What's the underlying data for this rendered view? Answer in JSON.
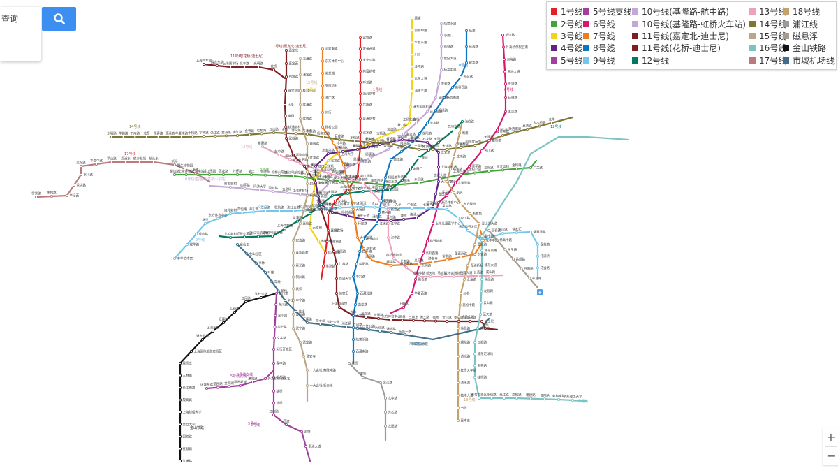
{
  "search": {
    "placeholder": "查询"
  },
  "legend": {
    "columns": [
      [
        {
          "label": "1号线",
          "color": "#e41f25"
        },
        {
          "label": "2号线",
          "color": "#44a23a"
        },
        {
          "label": "3号线",
          "color": "#f3d31a"
        },
        {
          "label": "4号线",
          "color": "#5f2584"
        },
        {
          "label": "5号线",
          "color": "#a1409a"
        }
      ],
      [
        {
          "label": "5号线支线",
          "color": "#a1409a"
        },
        {
          "label": "6号线",
          "color": "#d7176e"
        },
        {
          "label": "7号线",
          "color": "#ef7d1a"
        },
        {
          "label": "8号线",
          "color": "#0c76c1"
        },
        {
          "label": "9号线",
          "color": "#71c7ee"
        }
      ],
      [
        {
          "label": "10号线(基隆路-航中路)",
          "color": "#c3a7d9"
        },
        {
          "label": "10号线(基隆路-虹桥火车站)",
          "color": "#c3a7d9"
        },
        {
          "label": "11号线(嘉定北-迪士尼)",
          "color": "#7e1f24"
        },
        {
          "label": "11号线(花桥-迪士尼)",
          "color": "#7e1f24"
        },
        {
          "label": "12号线",
          "color": "#007a5e"
        }
      ],
      [
        {
          "label": "13号线",
          "color": "#eca1bf"
        },
        {
          "label": "14号线",
          "color": "#7f7634"
        },
        {
          "label": "15号线",
          "color": "#b9a887"
        },
        {
          "label": "16号线",
          "color": "#7cc4c4"
        },
        {
          "label": "17号线",
          "color": "#bb7b7d"
        }
      ],
      [
        {
          "label": "18号线",
          "color": "#c5a26c"
        },
        {
          "label": "浦江线",
          "color": "#9b9b9b"
        },
        {
          "label": "磁悬浮",
          "color": "#a89a8c"
        },
        {
          "label": "金山铁路",
          "color": "#111111"
        },
        {
          "label": "市域机场线",
          "color": "#416e8a"
        }
      ]
    ]
  },
  "zoom": {
    "in": "+",
    "out": "−"
  },
  "map": {
    "line_labels": [
      {
        "text": "11号线(嘉定北-迪士尼)",
        "color": "#7e1f24"
      },
      {
        "text": "11号线(花桥-迪士尼)",
        "color": "#7e1f24"
      },
      {
        "text": "14号线",
        "color": "#7f7634"
      },
      {
        "text": "17号线",
        "color": "#e41f25"
      },
      {
        "text": "2号线",
        "color": "#44a23a"
      },
      {
        "text": "10号线(基隆路-虹桥火车站)",
        "color": "#c3a7d9"
      },
      {
        "text": "13号线",
        "color": "#eca1bf"
      },
      {
        "text": "9号线",
        "color": "#71c7ee"
      },
      {
        "text": "3号线",
        "color": "#f3d31a"
      },
      {
        "text": "1号线",
        "color": "#e41f25"
      },
      {
        "text": "8号线",
        "color": "#0c76c1"
      },
      {
        "text": "6号线",
        "color": "#d7176e"
      },
      {
        "text": "12号线",
        "color": "#007a5e"
      },
      {
        "text": "15号线",
        "color": "#b9a887"
      },
      {
        "text": "5号线支线",
        "color": "#a1409a"
      },
      {
        "text": "5号线",
        "color": "#a1409a"
      },
      {
        "text": "16号线",
        "color": "#7cc4c4"
      },
      {
        "text": "18号线",
        "color": "#c5a26c"
      },
      {
        "text": "市域机场线",
        "color": "#416e8a"
      }
    ],
    "stations": [
      "嘉定北",
      "嘉定西",
      "白银路",
      "嘉定新城",
      "马陆",
      "南翔",
      "桃浦新村",
      "武威路",
      "祁连山路",
      "李子园",
      "上海西站",
      "真如",
      "枫桥路",
      "曹杨路",
      "隆德路",
      "江苏路",
      "交通大学",
      "徐家汇",
      "上海游泳馆",
      "龙华",
      "云锦路",
      "龙耀路",
      "东方体育中心",
      "三林",
      "三林东",
      "浦三路",
      "御桥",
      "罗山路",
      "秀沿路",
      "康新公路",
      "迪士尼",
      "安亭",
      "上海汽车城",
      "昌吉东路",
      "上海赛车场",
      "兆丰路",
      "光明路",
      "花桥",
      "富锦路",
      "友谊西路",
      "宝安公路",
      "共富新村",
      "呼兰路",
      "通河新村",
      "共康路",
      "彭浦新村",
      "汶水路",
      "上海马戏城",
      "延长路",
      "中山北路",
      "上海火车站",
      "汉中路",
      "新闸路",
      "人民广场",
      "黄陂南路",
      "陕西南路",
      "常熟路",
      "衡山路",
      "上海体育馆",
      "上海南站",
      "锦江乐园",
      "莲花路",
      "外环路",
      "莘庄",
      "徐泾东",
      "虹桥火车站",
      "虹桥2号航站楼",
      "淞虹路",
      "北新泾",
      "威宁路",
      "娄山关路",
      "中山公园",
      "静安寺",
      "南京西路",
      "南京东路",
      "陆家嘴",
      "东昌路",
      "世纪大道",
      "上海科技馆",
      "世纪公园",
      "龙阳路",
      "张江高科",
      "金科路",
      "广兰路",
      "唐镇",
      "创新中路",
      "华夏东路",
      "川沙",
      "凌空路",
      "远东大道",
      "海天三路",
      "浦东国际机场",
      "江杨北路",
      "铁力路",
      "友谊路",
      "宝杨路",
      "水产路",
      "淞滨路",
      "张华浜",
      "淞发路",
      "长江南路",
      "殷高西路",
      "江湾镇",
      "大柏树",
      "赤峰路",
      "虹口足球场",
      "东宝兴路",
      "宝山路",
      "镇坪路",
      "金沙江路",
      "延安西路",
      "虹桥路",
      "宜山路",
      "漕溪路",
      "石龙路",
      "东安路",
      "上海体育场",
      "大木桥路",
      "鲁班路",
      "西藏南路",
      "南浦大桥",
      "塘桥",
      "蓝村路",
      "浦电路",
      "浦东大道",
      "杨树浦路",
      "大连路",
      "临平路",
      "海伦路",
      "剑川路",
      "东川路",
      "金平路",
      "华宁路",
      "文井路",
      "闵行开发区",
      "春申路",
      "银都路",
      "颛桥",
      "北桥",
      "江川路",
      "西渡",
      "萧塘",
      "奉浦大道",
      "环城东路",
      "望园路",
      "金海湖",
      "奉贤新城",
      "港城路",
      "外高桥保税区北",
      "航津路",
      "外高桥保税区南",
      "洲海路",
      "五洲大道",
      "东靖路",
      "巨峰路",
      "五莲路",
      "博兴路",
      "金桥路",
      "云山路",
      "德平路",
      "北洋泾路",
      "民生路",
      "源深体育中心",
      "上海儿童医学中心",
      "临沂新村",
      "高科西路",
      "东明路",
      "高青路",
      "华夏西路",
      "上南路",
      "灵岩南路",
      "东方体育中心",
      "美兰湖",
      "罗南新村",
      "潘广路",
      "刘行",
      "顾村公园",
      "祁华路",
      "上海大学",
      "南陈路",
      "上大路",
      "场中路",
      "大场镇",
      "行知路",
      "大华三路",
      "新村路",
      "岚皋路",
      "镇坪路",
      "长寿路",
      "昌平路",
      "静安寺",
      "常熟路",
      "肇嘉浜路",
      "东安路",
      "龙华中路",
      "后滩",
      "长清路",
      "耀华路",
      "云台路",
      "高科西路",
      "杨高南路",
      "锦绣路",
      "芳华路",
      "龙阳路",
      "花木路",
      "市光路",
      "嫩江路",
      "翔殷路",
      "黄兴公园",
      "延吉中路",
      "黄兴路",
      "江浦路",
      "鞍山新村",
      "四平路",
      "曲阳路",
      "中兴路",
      "西藏北路",
      "曲阜路",
      "大世界",
      "老西门",
      "陆家浜路",
      "西藏南路",
      "中华艺术宫",
      "耀华路",
      "成山路",
      "杨思",
      "东方体育中心",
      "凌兆新村",
      "芦恒路",
      "浦江镇",
      "江月路",
      "联航路",
      "沈杜公路",
      "松江南站",
      "醉白池",
      "松江体育中心",
      "松江新城",
      "松江大学城",
      "洞泾",
      "佘山",
      "泗泾",
      "九亭",
      "中春路",
      "七宝",
      "星中路",
      "合川路",
      "漕河泾开发区",
      "桂林路",
      "宜山路",
      "徐家汇",
      "肇嘉浜路",
      "嘉善路",
      "打浦桥",
      "马当路",
      "陆家浜路",
      "小南门",
      "商城路",
      "世纪大道",
      "杨高中路",
      "芳甸路",
      "蓝天路",
      "台儿庄路",
      "金桥",
      "金吉路",
      "金海路",
      "顾唐路",
      "民雷路",
      "曹路",
      "新江湾城",
      "殷高东路",
      "三门路",
      "江湾体育场",
      "五角场",
      "国权路",
      "同济大学",
      "四平路",
      "邮电新村",
      "海伦路",
      "四川北路",
      "天潼路",
      "南京东路",
      "豫园",
      "老西门",
      "新天地",
      "陕西南路",
      "上海图书馆",
      "交通大学",
      "虹桥路",
      "宋园路",
      "伊犁路",
      "水城路",
      "龙溪路",
      "上海动物园",
      "虹桥1号航站楼",
      "虹桥2号航站楼",
      "虹桥火车站",
      "龙柏新村",
      "紫藤路",
      "航中路",
      "金运路",
      "金沙江西路",
      "丰庄",
      "祁连山南路",
      "真北路",
      "大渡河路",
      "金沙江路",
      "隆德路",
      "武宁路",
      "长寿路",
      "江宁路",
      "汉中路",
      "自然博物馆",
      "南京西路",
      "淮海中路",
      "新天地",
      "马当路",
      "世博会博物馆",
      "世博大道",
      "长清路",
      "成山路",
      "东明路",
      "华鹏路",
      "下南路",
      "北蔡",
      "陈春路",
      "莲溪路",
      "华夏中路",
      "中科路",
      "学林路",
      "张江路",
      "金海路",
      "申江路",
      "金粤路",
      "桂桥路",
      "云山路",
      "金桥",
      "博兴路",
      "五莲路",
      "杨高北路",
      "巨峰路",
      "东陆路",
      "复兴岛",
      "爱国路",
      "隆昌路",
      "宁国路",
      "江浦公园",
      "大连路",
      "提篮桥",
      "国际客运中心",
      "天潼路",
      "南京东路",
      "陕西南路",
      "嘉善路",
      "大木桥路",
      "龙华",
      "龙漕路",
      "漕宝路",
      "桂林公园",
      "虹漕路",
      "虹梅路",
      "东兰路",
      "顾戴路",
      "虹莘路",
      "七莘路",
      "封浜",
      "乐秀路",
      "临洮路",
      "嘉怡路",
      "定边路",
      "真新新村",
      "真光路",
      "铜川路",
      "真如",
      "中宁路",
      "曹杨路",
      "武宁路",
      "武定路",
      "静安寺",
      "一大会址·黄陂南路",
      "一大会址·新天地",
      "豆市街",
      "浦东南路",
      "浦东大道",
      "昌邑路",
      "龙居路",
      "云山路",
      "蓝天路",
      "黄杨路",
      "云顺路",
      "浦东足球场",
      "金粤路",
      "桂桥路",
      "紫竹高新区",
      "永德路",
      "元江路",
      "双柏路",
      "曙建路",
      "景西路",
      "虹梅南路",
      "华东理工大学",
      "罗秀路",
      "朱梅路",
      "华泾西",
      "景洪路",
      "东川路",
      "龙阳路",
      "华夏中路",
      "罗山路",
      "周浦东",
      "鹤沙航城",
      "航头东",
      "新场",
      "野生动物园",
      "惠南",
      "惠南东",
      "书院",
      "临港大道",
      "滴水湖",
      "虹桥火车站",
      "诸光路",
      "蟠龙路",
      "徐盈路",
      "徐泾北城",
      "嘉松中路",
      "赵巷",
      "汇金路",
      "青浦新城",
      "漕盈路",
      "淀山湖大道",
      "朱家角",
      "东方绿舟",
      "航头",
      "下沙",
      "鹤涛路",
      "沈梅路",
      "繁荣路",
      "周浦",
      "康桥",
      "御桥",
      "莲溪路",
      "北中路",
      "芳芯路",
      "龙阳路",
      "迎春路",
      "杨高中路",
      "民生路",
      "昌邑路",
      "丹阳路",
      "平凉路",
      "江浦路",
      "抚顺路",
      "国权路",
      "复旦大学",
      "上海财经大学",
      "殷高路",
      "长江南路",
      "三林南",
      "康桥东",
      "上海国际旅游度假区",
      "浦东机场",
      "上海东站",
      "汇臻路",
      "汇臻路",
      "江月路",
      "沈杜公路",
      "金山卫",
      "金山园区",
      "亭林",
      "叶榭",
      "车墩",
      "新桥",
      "辛庄",
      "莘庄",
      "汇臻路",
      "塘子泾",
      "沈杜公路",
      "浦江镇",
      "江月路",
      "三鲁公路",
      "闵瑞路",
      "浦航路",
      "东城一路"
    ],
    "loop_labels": [
      {
        "text": "金山铁路",
        "color": "#111111"
      },
      {
        "text": "市域机场线",
        "color": "#416e8a"
      },
      {
        "text": "5号线支线",
        "color": "#a1409a"
      },
      {
        "text": "5号线",
        "color": "#a1409a"
      },
      {
        "text": "16号线",
        "color": "#7cc4c4"
      },
      {
        "text": "9号线",
        "color": "#71c7ee"
      }
    ]
  }
}
